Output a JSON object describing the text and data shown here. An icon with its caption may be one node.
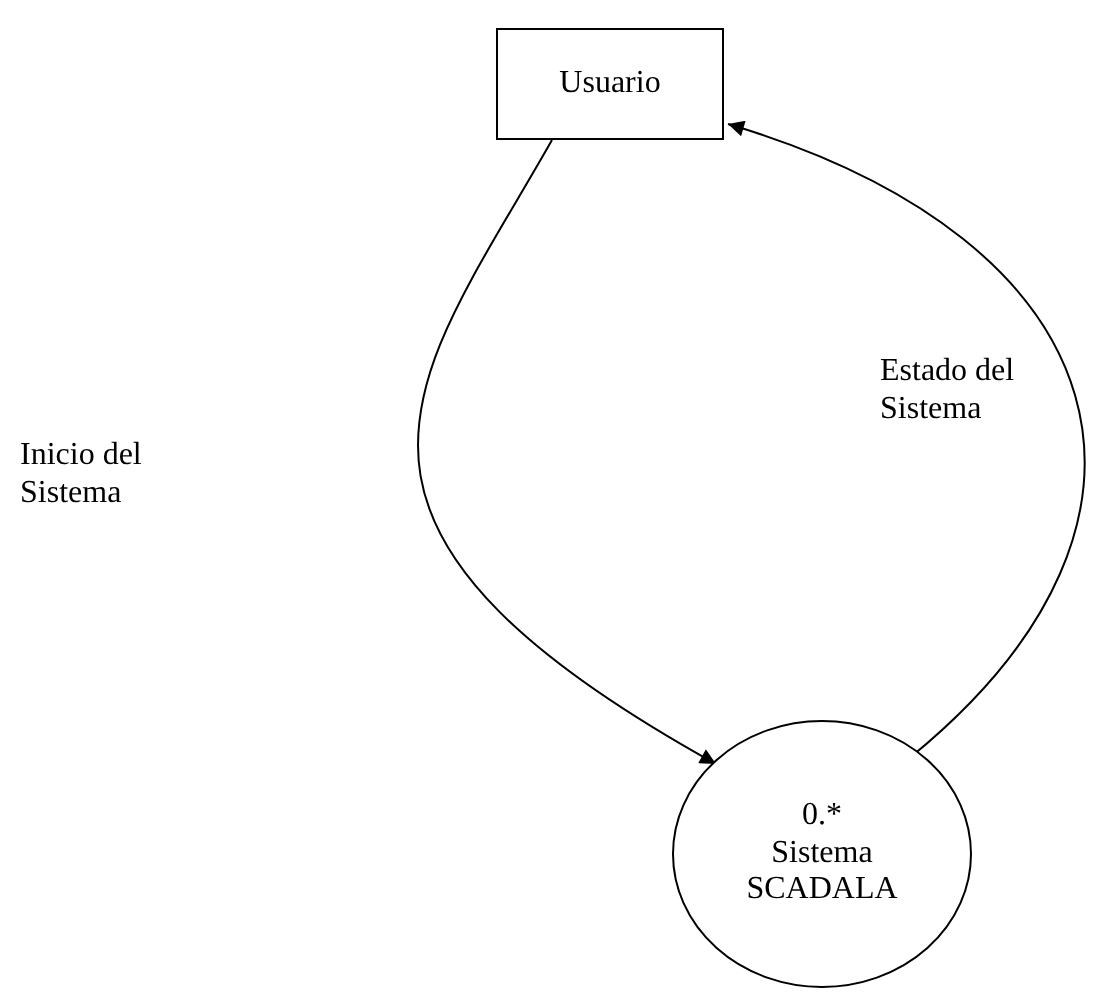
{
  "diagram": {
    "nodes": [
      {
        "text": [
          "Usuario"
        ]
      },
      {
        "text": [
          "0.*",
          "Sistema SCADALA"
        ]
      }
    ],
    "edges": [
      {
        "from": 0,
        "to": 1,
        "arrow": "to"
      },
      {
        "from": 1,
        "to": 0,
        "arrow": "to",
        "label": "Estado del Sistema"
      }
    ],
    "labels": [
      "Inicio del Sistema"
    ]
  }
}
